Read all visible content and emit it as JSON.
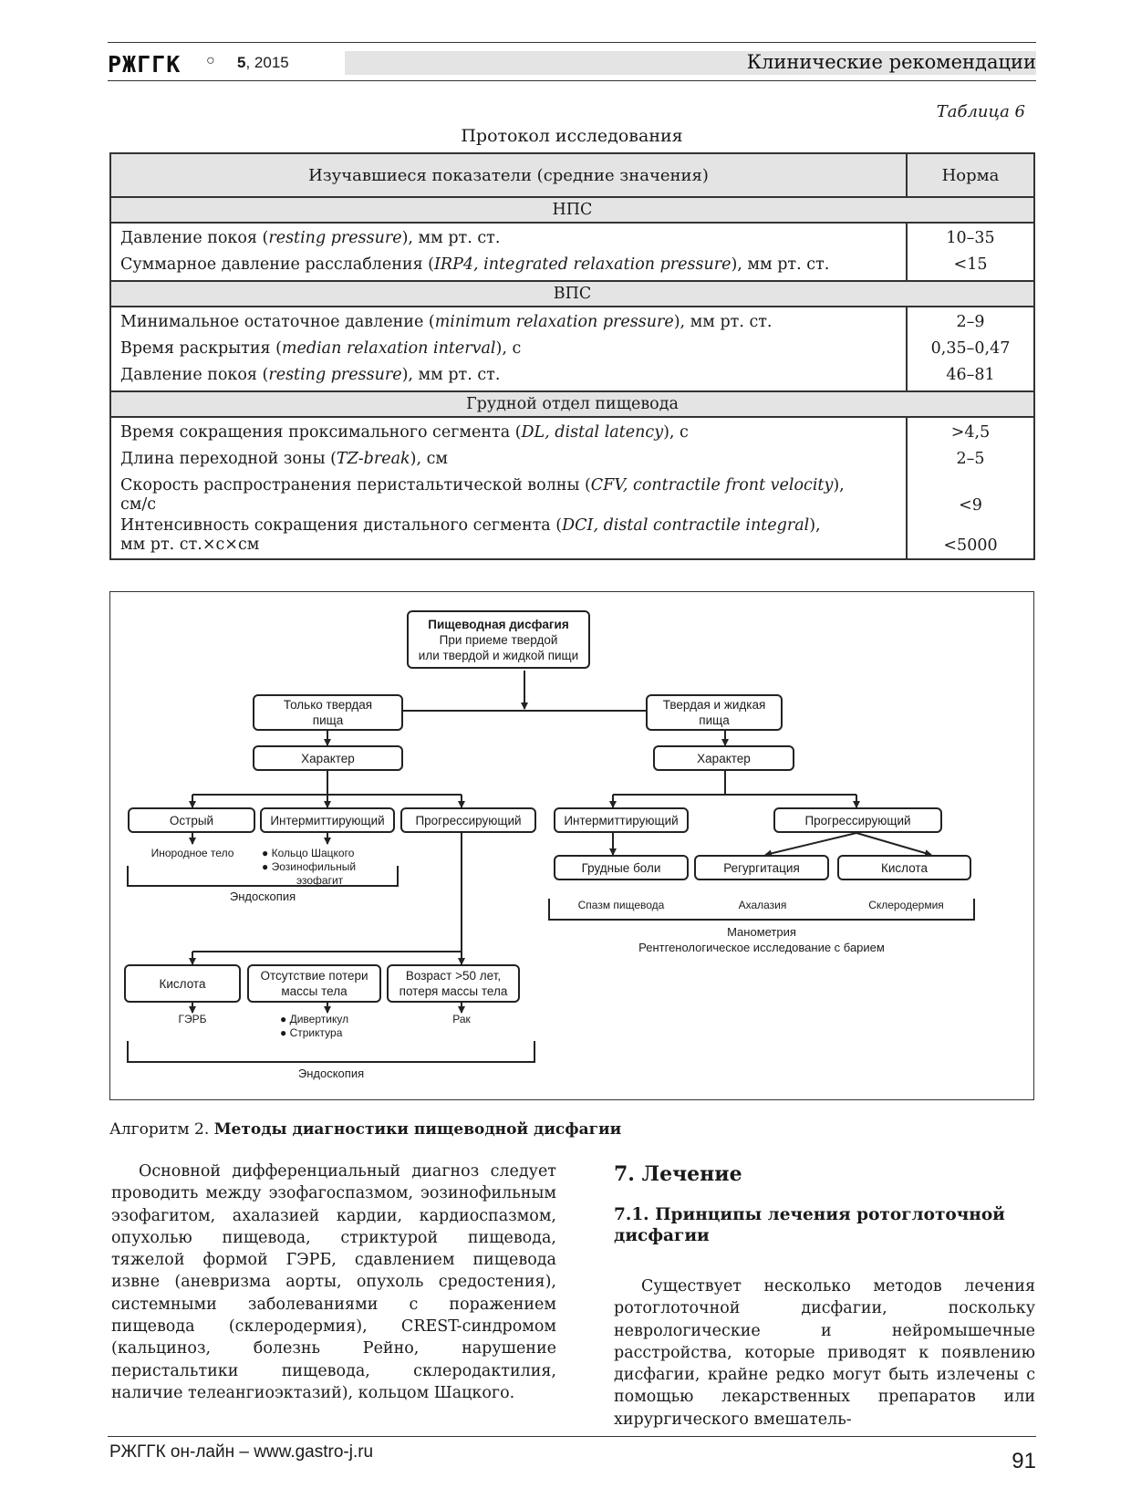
{
  "header": {
    "journal_logo": "РЖГГК",
    "bullet": "○",
    "issue_number": "5",
    "issue_year": ", 2015",
    "section": "Клинические рекомендации"
  },
  "table": {
    "number": "Таблица 6",
    "title": "Протокол исследования",
    "col_params": "Изучавшиеся показатели (средние значения)",
    "col_norm": "Норма",
    "groups": [
      {
        "name": "НПС",
        "rows": [
          {
            "pre": "Давление покоя (",
            "it": "resting pressure",
            "post": "), мм рт. ст.",
            "norm": "10–35"
          },
          {
            "pre": "Суммарное давление расслабления (",
            "it": "IRP4, integrated relaxation pressure",
            "post": "), мм рт. ст.",
            "norm": "<15"
          }
        ]
      },
      {
        "name": "ВПС",
        "rows": [
          {
            "pre": "Минимальное остаточное давление (",
            "it": "minimum relaxation pressure",
            "post": "), мм рт. ст.",
            "norm": "2–9"
          },
          {
            "pre": "Время раскрытия (",
            "it": "median relaxation interval",
            "post": "), с",
            "norm": "0,35–0,47"
          },
          {
            "pre": "Давление покоя (",
            "it": "resting pressure",
            "post": "), мм рт. ст.",
            "norm": "46–81"
          }
        ]
      },
      {
        "name": "Грудной отдел пищевода",
        "rows": [
          {
            "pre": "Время сокращения проксимального сегмента (",
            "it": "DL, distal latency",
            "post": "), с",
            "norm": ">4,5"
          },
          {
            "pre": "Длина переходной зоны (",
            "it": "TZ-break",
            "post": "), см",
            "norm": "2–5"
          },
          {
            "pre": "Скорость распространения перистальтической волны (",
            "it": "CFV, contractile front velocity",
            "post": "),",
            "post2": "см/с",
            "norm": "<9"
          },
          {
            "pre": "Интенсивность сокращения дистального сегмента (",
            "it": "DCI, distal contractile integral",
            "post": "),",
            "post2": "мм рт. ст.×с×см",
            "norm": "<5000"
          }
        ]
      }
    ]
  },
  "figure": {
    "root_title": "Пищеводная дисфагия",
    "root_sub1": "При приеме твердой",
    "root_sub2": "или твердой и жидкой пищи",
    "left": {
      "branch1": "Только твердая",
      "branch2": "пища",
      "character": "Характер",
      "acute": "Острый",
      "intermittent": "Интермиттирующий",
      "progressive": "Прогрессирующий",
      "foreign_body": "Инородное тело",
      "schatzki": "Кольцо Шацкого",
      "eos1": "Эозинофильный",
      "eos2": "эзофагит",
      "endoscopy1": "Эндоскопия",
      "acid": "Кислота",
      "no_loss1": "Отсутствие потери",
      "no_loss2": "массы тела",
      "age1": "Возраст >50 лет,",
      "age2": "потеря массы тела",
      "gerd": "ГЭРБ",
      "divert": "Дивертикул",
      "stricture": "Стриктура",
      "cancer": "Рак",
      "endoscopy2": "Эндоскопия"
    },
    "right": {
      "branch1": "Твердая и жидкая",
      "branch2": "пища",
      "character": "Характер",
      "intermittent": "Интермиттирующий",
      "progressive": "Прогрессирующий",
      "chest_pain": "Грудные боли",
      "regurg": "Регургитация",
      "acid": "Кислота",
      "spasm": "Спазм пищевода",
      "achalasia": "Ахалазия",
      "scleroderma": "Склеродермия",
      "manometry": "Манометрия",
      "xray": "Рентгенологическое исследование с барием"
    },
    "bullet": "●",
    "caption_prefix": "Алгоритм 2. ",
    "caption_title": "Методы диагностики пищеводной дисфагии"
  },
  "body": {
    "left_paragraph": "Основной дифференциальный диагноз следует проводить между эзофагоспазмом, эозинофильным эзофагитом, ахалазией кардии, кардиоспазмом, опухолью пищевода, стриктурой пищевода, тяжелой формой ГЭРБ, сдавлением пищевода извне (аневризма аорты, опухоль средостения), системными заболеваниями с поражением пищевода (склеродермия), CREST-синдромом (кальциноз, болезнь Рейно, нарушение перистальтики пищевода, склеродактилия, наличие телеангиоэктазий), кольцом Шацкого.",
    "section7": "7. Лечение",
    "section71": "7.1. Принципы лечения ротоглоточной дисфагии",
    "right_paragraph": "Существует несколько методов лечения ротоглоточной дисфагии, поскольку неврологические и нейромышечные расстройства, которые приводят к появлению дисфагии, крайне редко могут быть излечены с помощью лекарственных препаратов или хирургического вмешатель-"
  },
  "footer": {
    "site": "РЖГГК он-лайн – www.gastro-j.ru",
    "page": "91"
  }
}
